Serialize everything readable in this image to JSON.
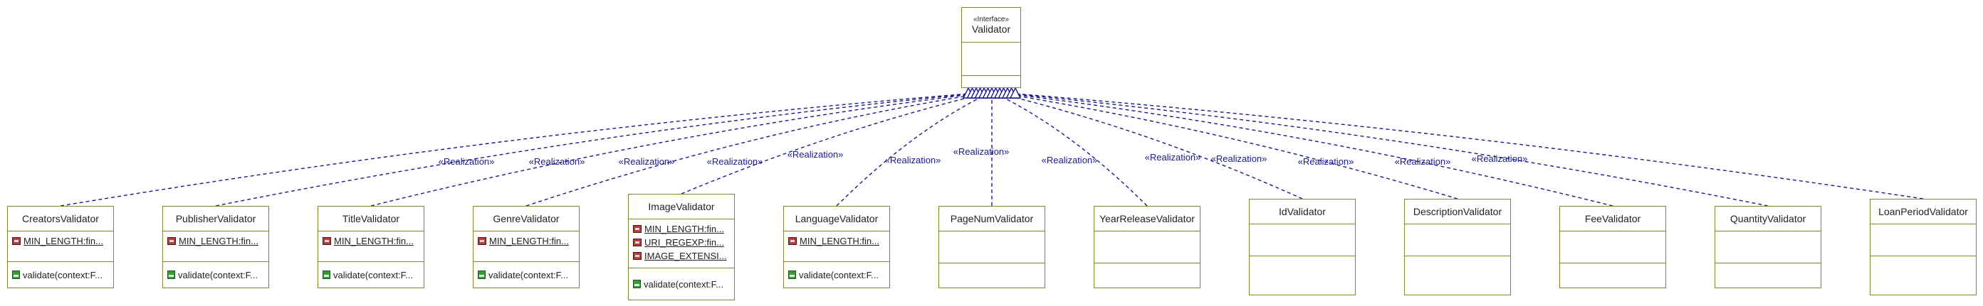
{
  "interface": {
    "stereotype": "«Interface»",
    "name": "Validator"
  },
  "relation_label": "«Realization»",
  "classes": [
    {
      "name": "CreatorsValidator",
      "attributes": [
        "MIN_LENGTH:fin..."
      ],
      "operations": [
        "validate(context:F..."
      ]
    },
    {
      "name": "PublisherValidator",
      "attributes": [
        "MIN_LENGTH:fin..."
      ],
      "operations": [
        "validate(context:F..."
      ]
    },
    {
      "name": "TitleValidator",
      "attributes": [
        "MIN_LENGTH:fin..."
      ],
      "operations": [
        "validate(context:F..."
      ]
    },
    {
      "name": "GenreValidator",
      "attributes": [
        "MIN_LENGTH:fin..."
      ],
      "operations": [
        "validate(context:F..."
      ]
    },
    {
      "name": "ImageValidator",
      "attributes": [
        "MIN_LENGTH:fin...",
        "URI_REGEXP:fin...",
        "IMAGE_EXTENSI..."
      ],
      "operations": [
        "validate(context:F..."
      ]
    },
    {
      "name": "LanguageValidator",
      "attributes": [
        "MIN_LENGTH:fin..."
      ],
      "operations": [
        "validate(context:F..."
      ]
    },
    {
      "name": "PageNumValidator",
      "attributes": [],
      "operations": []
    },
    {
      "name": "YearReleaseValidator",
      "attributes": [],
      "operations": []
    },
    {
      "name": "IdValidator",
      "attributes": [],
      "operations": []
    },
    {
      "name": "DescriptionValidator",
      "attributes": [],
      "operations": []
    },
    {
      "name": "FeeValidator",
      "attributes": [],
      "operations": []
    },
    {
      "name": "QuantityValidator",
      "attributes": [],
      "operations": []
    },
    {
      "name": "LoanPeriodValidator",
      "attributes": [],
      "operations": []
    }
  ]
}
